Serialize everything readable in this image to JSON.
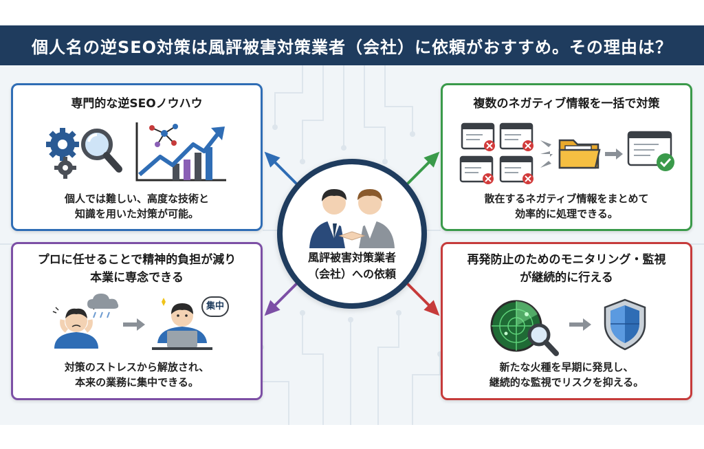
{
  "title": "個人名の逆SEO対策は風評被害対策業者（会社）に依頼がおすすめ。その理由は？",
  "center": {
    "label_lines": [
      "風評被害対策業者",
      "（会社）への依頼"
    ]
  },
  "cards": {
    "top_left": {
      "title": "専門的な逆SEOノウハウ",
      "desc_lines": [
        "個人では難しい、高度な技術と",
        "知識を用いた対策が可能。"
      ]
    },
    "top_right": {
      "title": "複数のネガティブ情報を一括で対策",
      "desc_lines": [
        "散在するネガティブ情報をまとめて",
        "効率的に処理できる。"
      ]
    },
    "bottom_left": {
      "title_lines": [
        "プロに任せることで精神的負担が減り",
        "本業に専念できる"
      ],
      "bubble": "集中",
      "desc_lines": [
        "対策のストレスから解放され、",
        "本来の業務に集中できる。"
      ]
    },
    "bottom_right": {
      "title_lines": [
        "再発防止のためのモニタリング・監視",
        "が継続的に行える"
      ],
      "desc_lines": [
        "新たな火種を早期に発見し、",
        "継続的な監視でリスクを抑える。"
      ]
    }
  },
  "colors": {
    "navy": "#1f3c5e",
    "blue": "#2f6db5",
    "green": "#3a9a4a",
    "purple": "#7c4fa5",
    "red": "#c63b3b"
  },
  "icons": {
    "top_left": [
      "gear-icon",
      "magnifier-icon",
      "network-icon",
      "growth-chart-icon"
    ],
    "top_right": [
      "error-window-icon",
      "folder-icon",
      "check-window-icon"
    ],
    "bottom_left": [
      "stressed-person-icon",
      "rain-cloud-icon",
      "focused-worker-icon"
    ],
    "bottom_right": [
      "radar-icon",
      "magnifier-icon",
      "shield-icon"
    ],
    "center": [
      "handshake-icon"
    ]
  }
}
